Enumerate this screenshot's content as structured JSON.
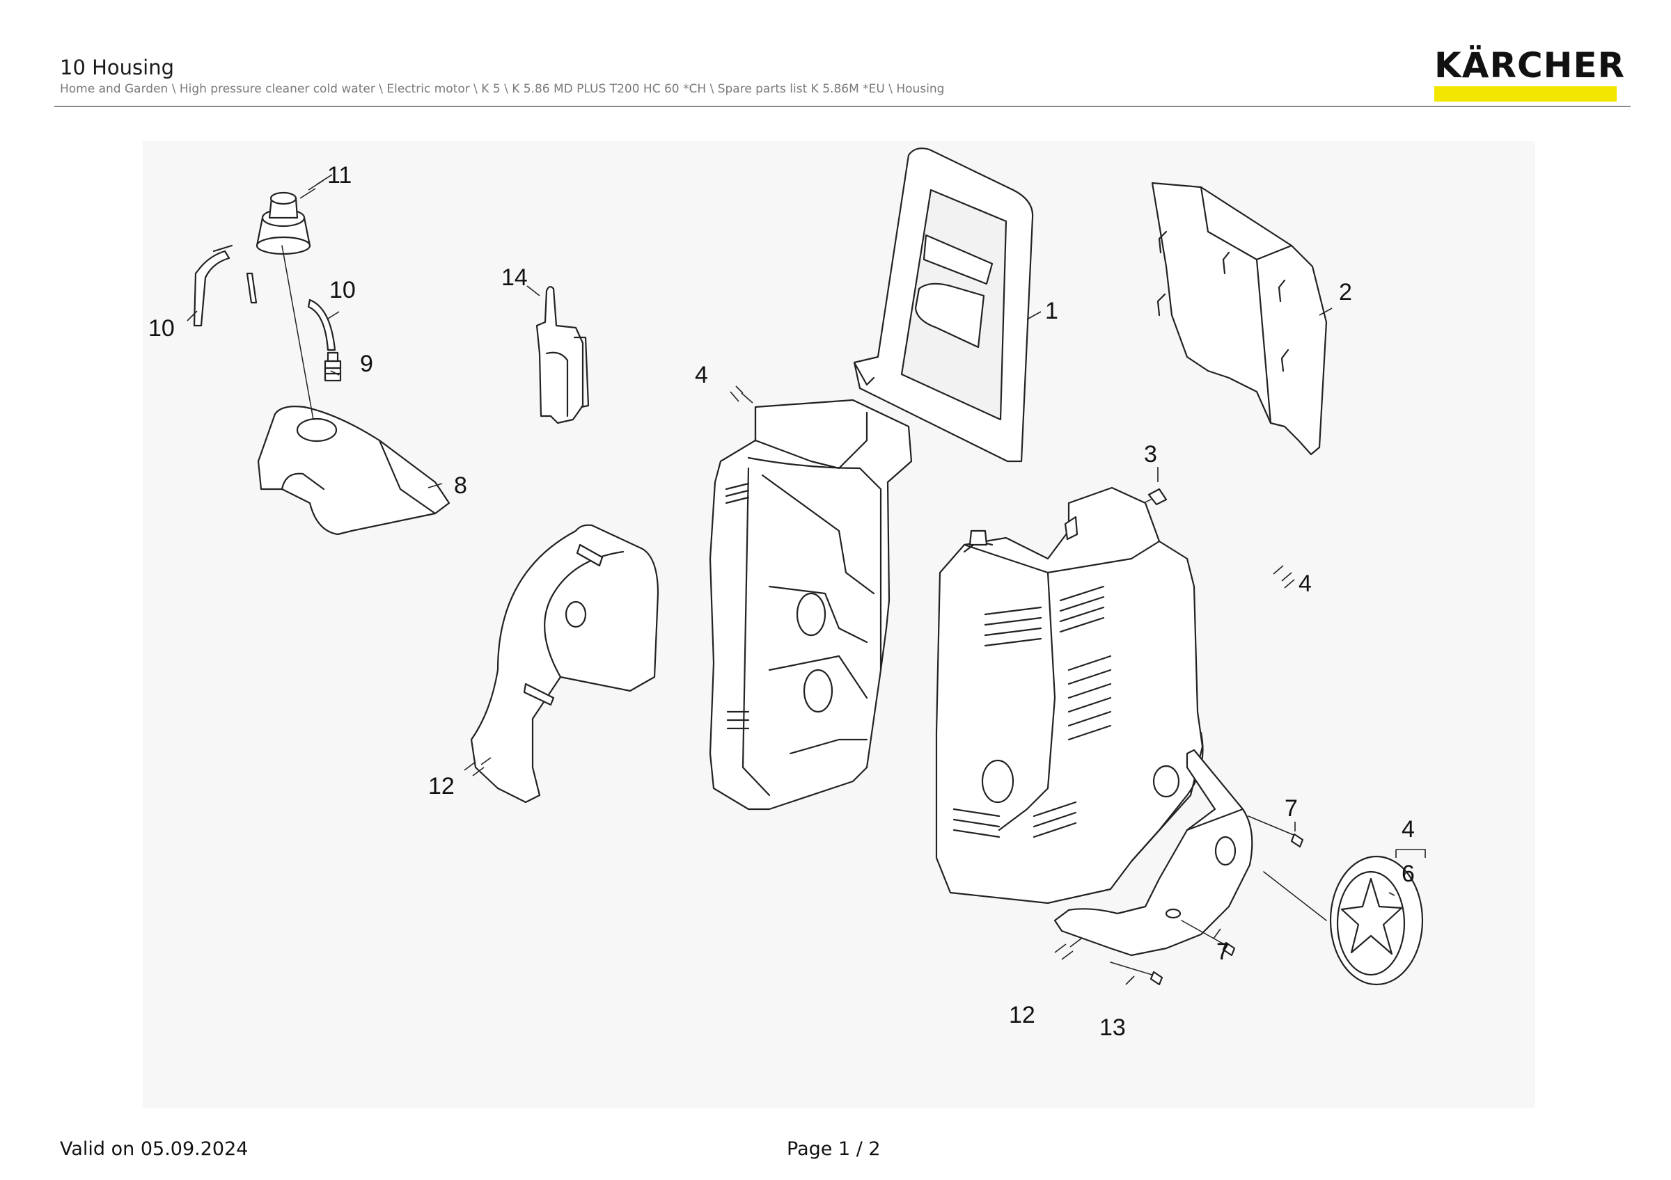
{
  "header": {
    "title": "10 Housing",
    "breadcrumb": "Home and Garden \\ High pressure cleaner cold water \\ Electric motor \\ K 5 \\ K 5.86 MD PLUS T200 HC 60 *CH \\ Spare parts list K 5.86M *EU \\ Housing",
    "brand": "KÄRCHER",
    "brand_accent": "#f3e600"
  },
  "drawing": {
    "part_labels": [
      "11",
      "10",
      "10",
      "9",
      "8",
      "14",
      "4",
      "1",
      "2",
      "3",
      "4",
      "12",
      "7",
      "4",
      "6",
      "7",
      "12",
      "13"
    ]
  },
  "footer": {
    "valid": "Valid on 05.09.2024",
    "page": "Page 1 / 2"
  }
}
